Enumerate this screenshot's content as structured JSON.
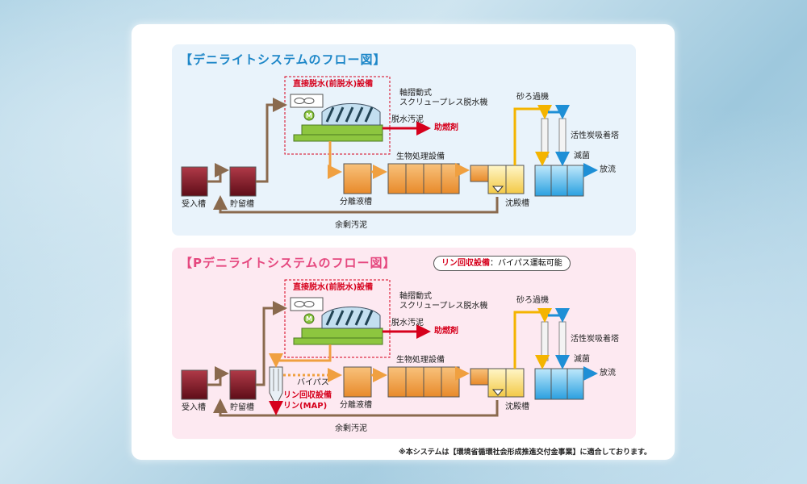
{
  "flows": [
    {
      "title": "【デニライトシステムのフロー図】",
      "labels": {
        "receiving": "受入槽",
        "storage": "貯留槽",
        "surplus": "余剰汚泥",
        "separation": "分離液槽",
        "bio": "生物処理設備",
        "settling": "沈殿槽",
        "sand": "砂ろ過機",
        "carbon": "活性炭吸着塔",
        "disinfect": "滅菌",
        "discharge": "放流",
        "dewater_title": "直接脱水(前脱水)設備",
        "press_l1": "軸摺動式",
        "press_l2": "スクリュープレス脱水機",
        "sludge": "脱水汚泥",
        "fuel": "助燃剤"
      }
    },
    {
      "title": "【Pデニライトシステムのフロー図】",
      "badge": {
        "strong": "リン回収設備",
        "rest": "：バイパス運転可能"
      },
      "labels": {
        "receiving": "受入槽",
        "storage": "貯留槽",
        "surplus": "余剰汚泥",
        "separation": "分離液槽",
        "bio": "生物処理設備",
        "settling": "沈殿槽",
        "sand": "砂ろ過機",
        "carbon": "活性炭吸着塔",
        "disinfect": "滅菌",
        "discharge": "放流",
        "dewater_title": "直接脱水(前脱水)設備",
        "press_l1": "軸摺動式",
        "press_l2": "スクリュープレス脱水機",
        "sludge": "脱水汚泥",
        "fuel": "助燃剤",
        "bypass": "バイパス",
        "recovery": "リン回収設備",
        "map": "リン(MAP)"
      }
    }
  ],
  "footnote": "※本システムは【環境省循環社会形成推進交付金事業】に適合しております。",
  "colors": {
    "brown": "#8a6a4e",
    "orange": "#f0a040",
    "yellow": "#f4b400",
    "blue": "#1e8fd6",
    "red": "#d6001c",
    "green": "#8dc63f",
    "sludge_dark": "#7a1f2b",
    "title_blue": "#1e87c8",
    "title_pink": "#e5487f"
  }
}
